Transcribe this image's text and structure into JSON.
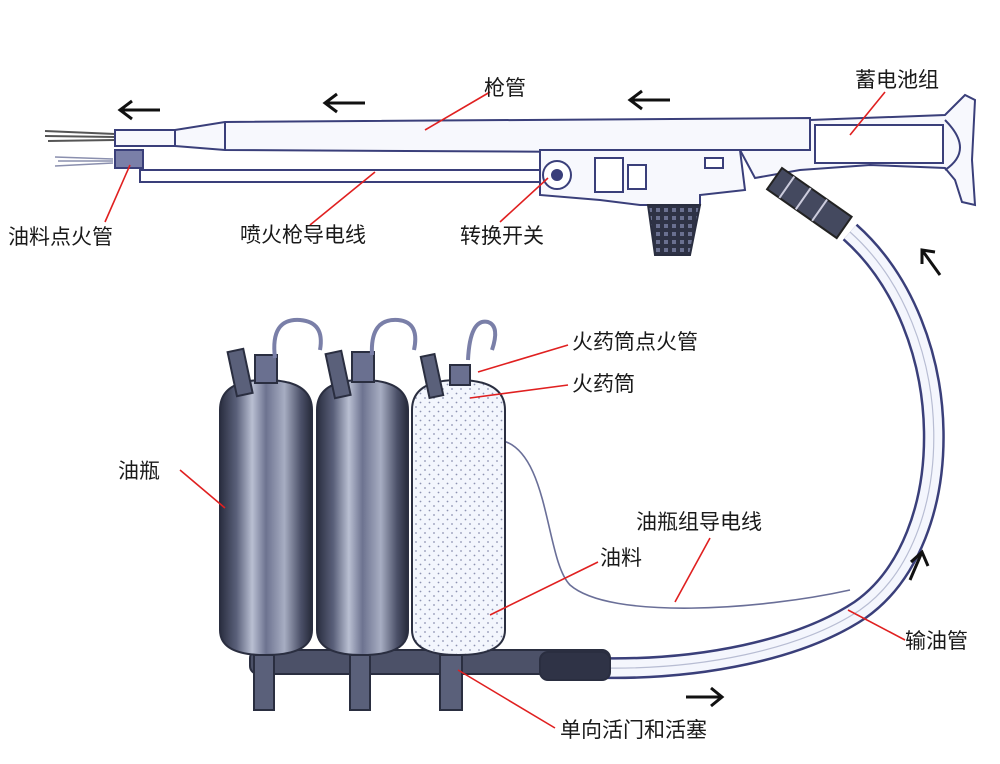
{
  "labels": {
    "barrel": "枪管",
    "battery_pack": "蓄电池组",
    "fuel_igniter": "油料点火管",
    "gun_wire": "喷火枪导电线",
    "switch": "转换开关",
    "powder_igniter": "火药筒点火管",
    "powder_tube": "火药筒",
    "fuel_bottle": "油瓶",
    "bottle_group_wire": "油瓶组导电线",
    "fuel": "油料",
    "fuel_hose": "输油管",
    "check_valve": "单向活门和活塞"
  },
  "colors": {
    "leader": "#e02020",
    "outline": "#3a3f7a",
    "tank_dark": "#3d4258",
    "tank_light": "#eef2fb"
  }
}
